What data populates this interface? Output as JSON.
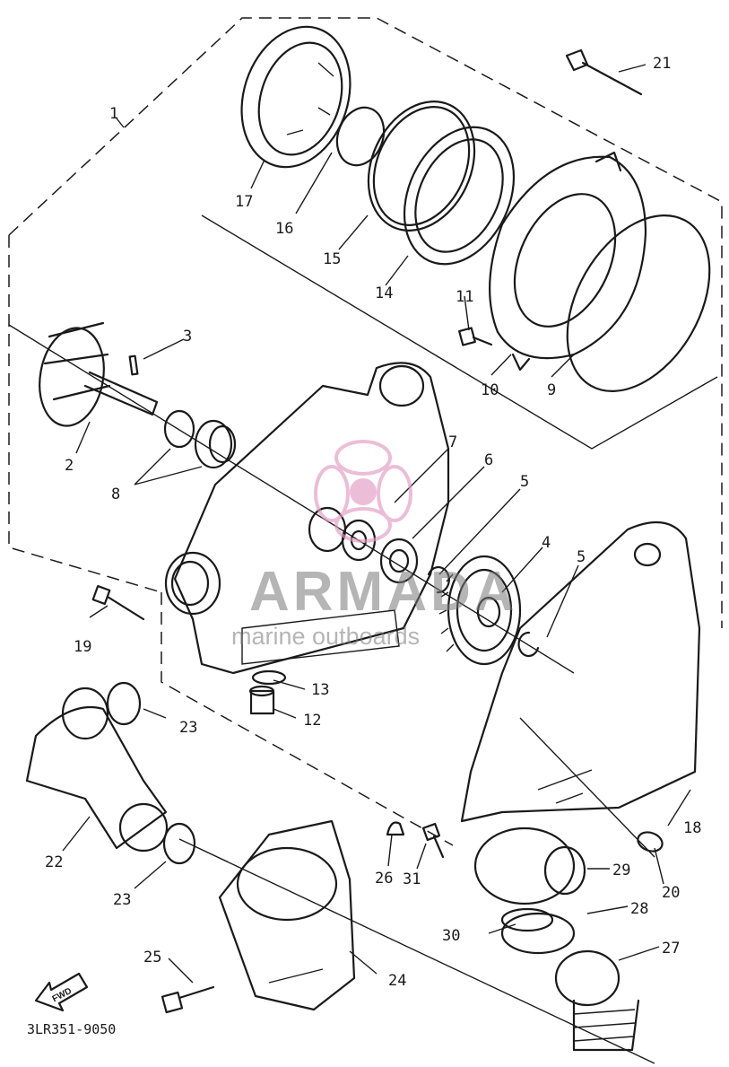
{
  "diagram_code": "3LR351-9050",
  "fwd_label": "FWD",
  "watermark": {
    "brand": "ARMADA",
    "tagline": "marine outboards",
    "color": "#e29bc2"
  },
  "callouts": [
    {
      "id": "c1",
      "text": "1"
    },
    {
      "id": "c2",
      "text": "2"
    },
    {
      "id": "c3",
      "text": "3"
    },
    {
      "id": "c4",
      "text": "4"
    },
    {
      "id": "c5a",
      "text": "5"
    },
    {
      "id": "c5b",
      "text": "5"
    },
    {
      "id": "c6",
      "text": "6"
    },
    {
      "id": "c7",
      "text": "7"
    },
    {
      "id": "c8",
      "text": "8"
    },
    {
      "id": "c9",
      "text": "9"
    },
    {
      "id": "c10",
      "text": "10"
    },
    {
      "id": "c11",
      "text": "11"
    },
    {
      "id": "c12",
      "text": "12"
    },
    {
      "id": "c13",
      "text": "13"
    },
    {
      "id": "c14",
      "text": "14"
    },
    {
      "id": "c15",
      "text": "15"
    },
    {
      "id": "c16",
      "text": "16"
    },
    {
      "id": "c17",
      "text": "17"
    },
    {
      "id": "c18",
      "text": "18"
    },
    {
      "id": "c19",
      "text": "19"
    },
    {
      "id": "c20",
      "text": "20"
    },
    {
      "id": "c21",
      "text": "21"
    },
    {
      "id": "c22",
      "text": "22"
    },
    {
      "id": "c23a",
      "text": "23"
    },
    {
      "id": "c23b",
      "text": "23"
    },
    {
      "id": "c24",
      "text": "24"
    },
    {
      "id": "c25",
      "text": "25"
    },
    {
      "id": "c26",
      "text": "26"
    },
    {
      "id": "c27",
      "text": "27"
    },
    {
      "id": "c28",
      "text": "28"
    },
    {
      "id": "c29",
      "text": "29"
    },
    {
      "id": "c30",
      "text": "30"
    },
    {
      "id": "c31",
      "text": "31"
    }
  ]
}
